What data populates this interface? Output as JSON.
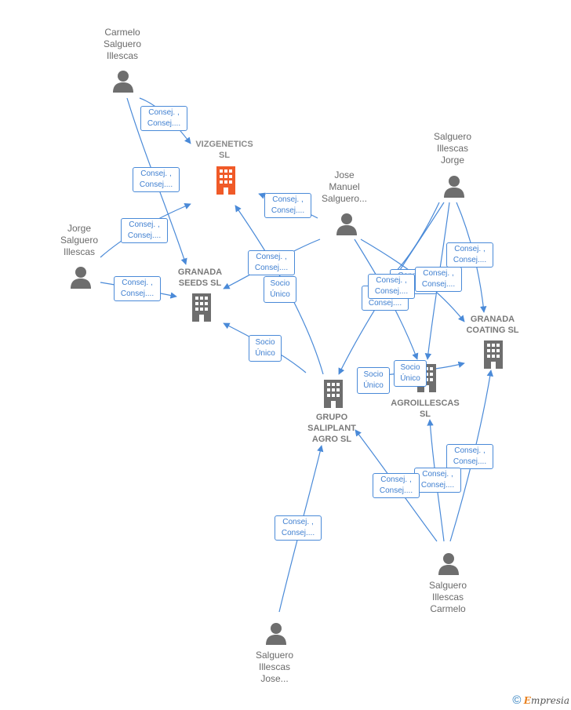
{
  "nodes": {
    "carmelo_salguero": {
      "lines": [
        "Carmelo",
        "Salguero",
        "Illescas"
      ]
    },
    "jorge_salguero": {
      "lines": [
        "Jorge",
        "Salguero",
        "Illescas"
      ]
    },
    "jose_manuel": {
      "lines": [
        "Jose",
        "Manuel",
        "Salguero..."
      ]
    },
    "salguero_jorge": {
      "lines": [
        "Salguero",
        "Illescas",
        "Jorge"
      ]
    },
    "salguero_carmelo": {
      "lines": [
        "Salguero",
        "Illescas",
        "Carmelo"
      ]
    },
    "salguero_jose": {
      "lines": [
        "Salguero",
        "Illescas",
        "Jose..."
      ]
    },
    "vizgenetics": {
      "lines": [
        "VIZGENETICS",
        "SL"
      ]
    },
    "granada_seeds": {
      "lines": [
        "GRANADA",
        "SEEDS  SL"
      ]
    },
    "grupo_saliplant": {
      "lines": [
        "GRUPO",
        "SALIPLANT",
        "AGRO  SL"
      ]
    },
    "agroillescas": {
      "lines": [
        "AGROILLESCAS",
        "SL"
      ]
    },
    "granada_coating": {
      "lines": [
        "GRANADA",
        "COATING  SL"
      ]
    }
  },
  "relations": {
    "consej": [
      "Consej. ,",
      "Consej...."
    ],
    "socio": [
      "Socio",
      "Único"
    ]
  },
  "colors": {
    "edge": "#4a8ad8",
    "person": "#6e6e6e",
    "company": "#6e6e6e",
    "highlight_company": "#f05a28"
  },
  "icons": {
    "person": "person-icon",
    "company": "building-icon",
    "highlight_company": "building-icon"
  },
  "footer": {
    "copyright": "©",
    "brand_initial": "E",
    "brand_rest": "mpresia"
  }
}
